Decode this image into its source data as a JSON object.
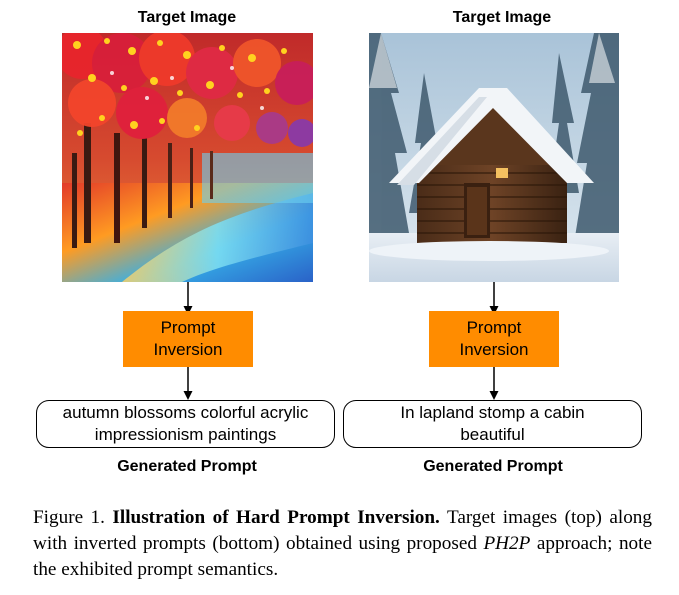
{
  "columns": [
    {
      "title": "Target Image",
      "image": "autumn-trees-painting",
      "process_line1": "Prompt",
      "process_line2": "Inversion",
      "prompt_line1": "autumn blossoms colorful acrylic",
      "prompt_line2": "impressionism paintings",
      "output_label": "Generated Prompt"
    },
    {
      "title": "Target Image",
      "image": "snowy-log-cabin",
      "process_line1": "Prompt",
      "process_line2": "Inversion",
      "prompt_line1": "In lapland stomp a cabin",
      "prompt_line2": "beautiful",
      "output_label": "Generated Prompt"
    }
  ],
  "caption": {
    "prefix": "Figure 1. ",
    "title": "Illustration of Hard Prompt Inversion.",
    "text_before_method": " Target images (top) along with inverted prompts (bottom) obtained using proposed ",
    "method": "PH2P",
    "text_after_method": " approach; note the exhibited prompt semantics."
  },
  "colors": {
    "process_box": "#FF8C00",
    "arrow": "#000000",
    "text": "#000000"
  }
}
